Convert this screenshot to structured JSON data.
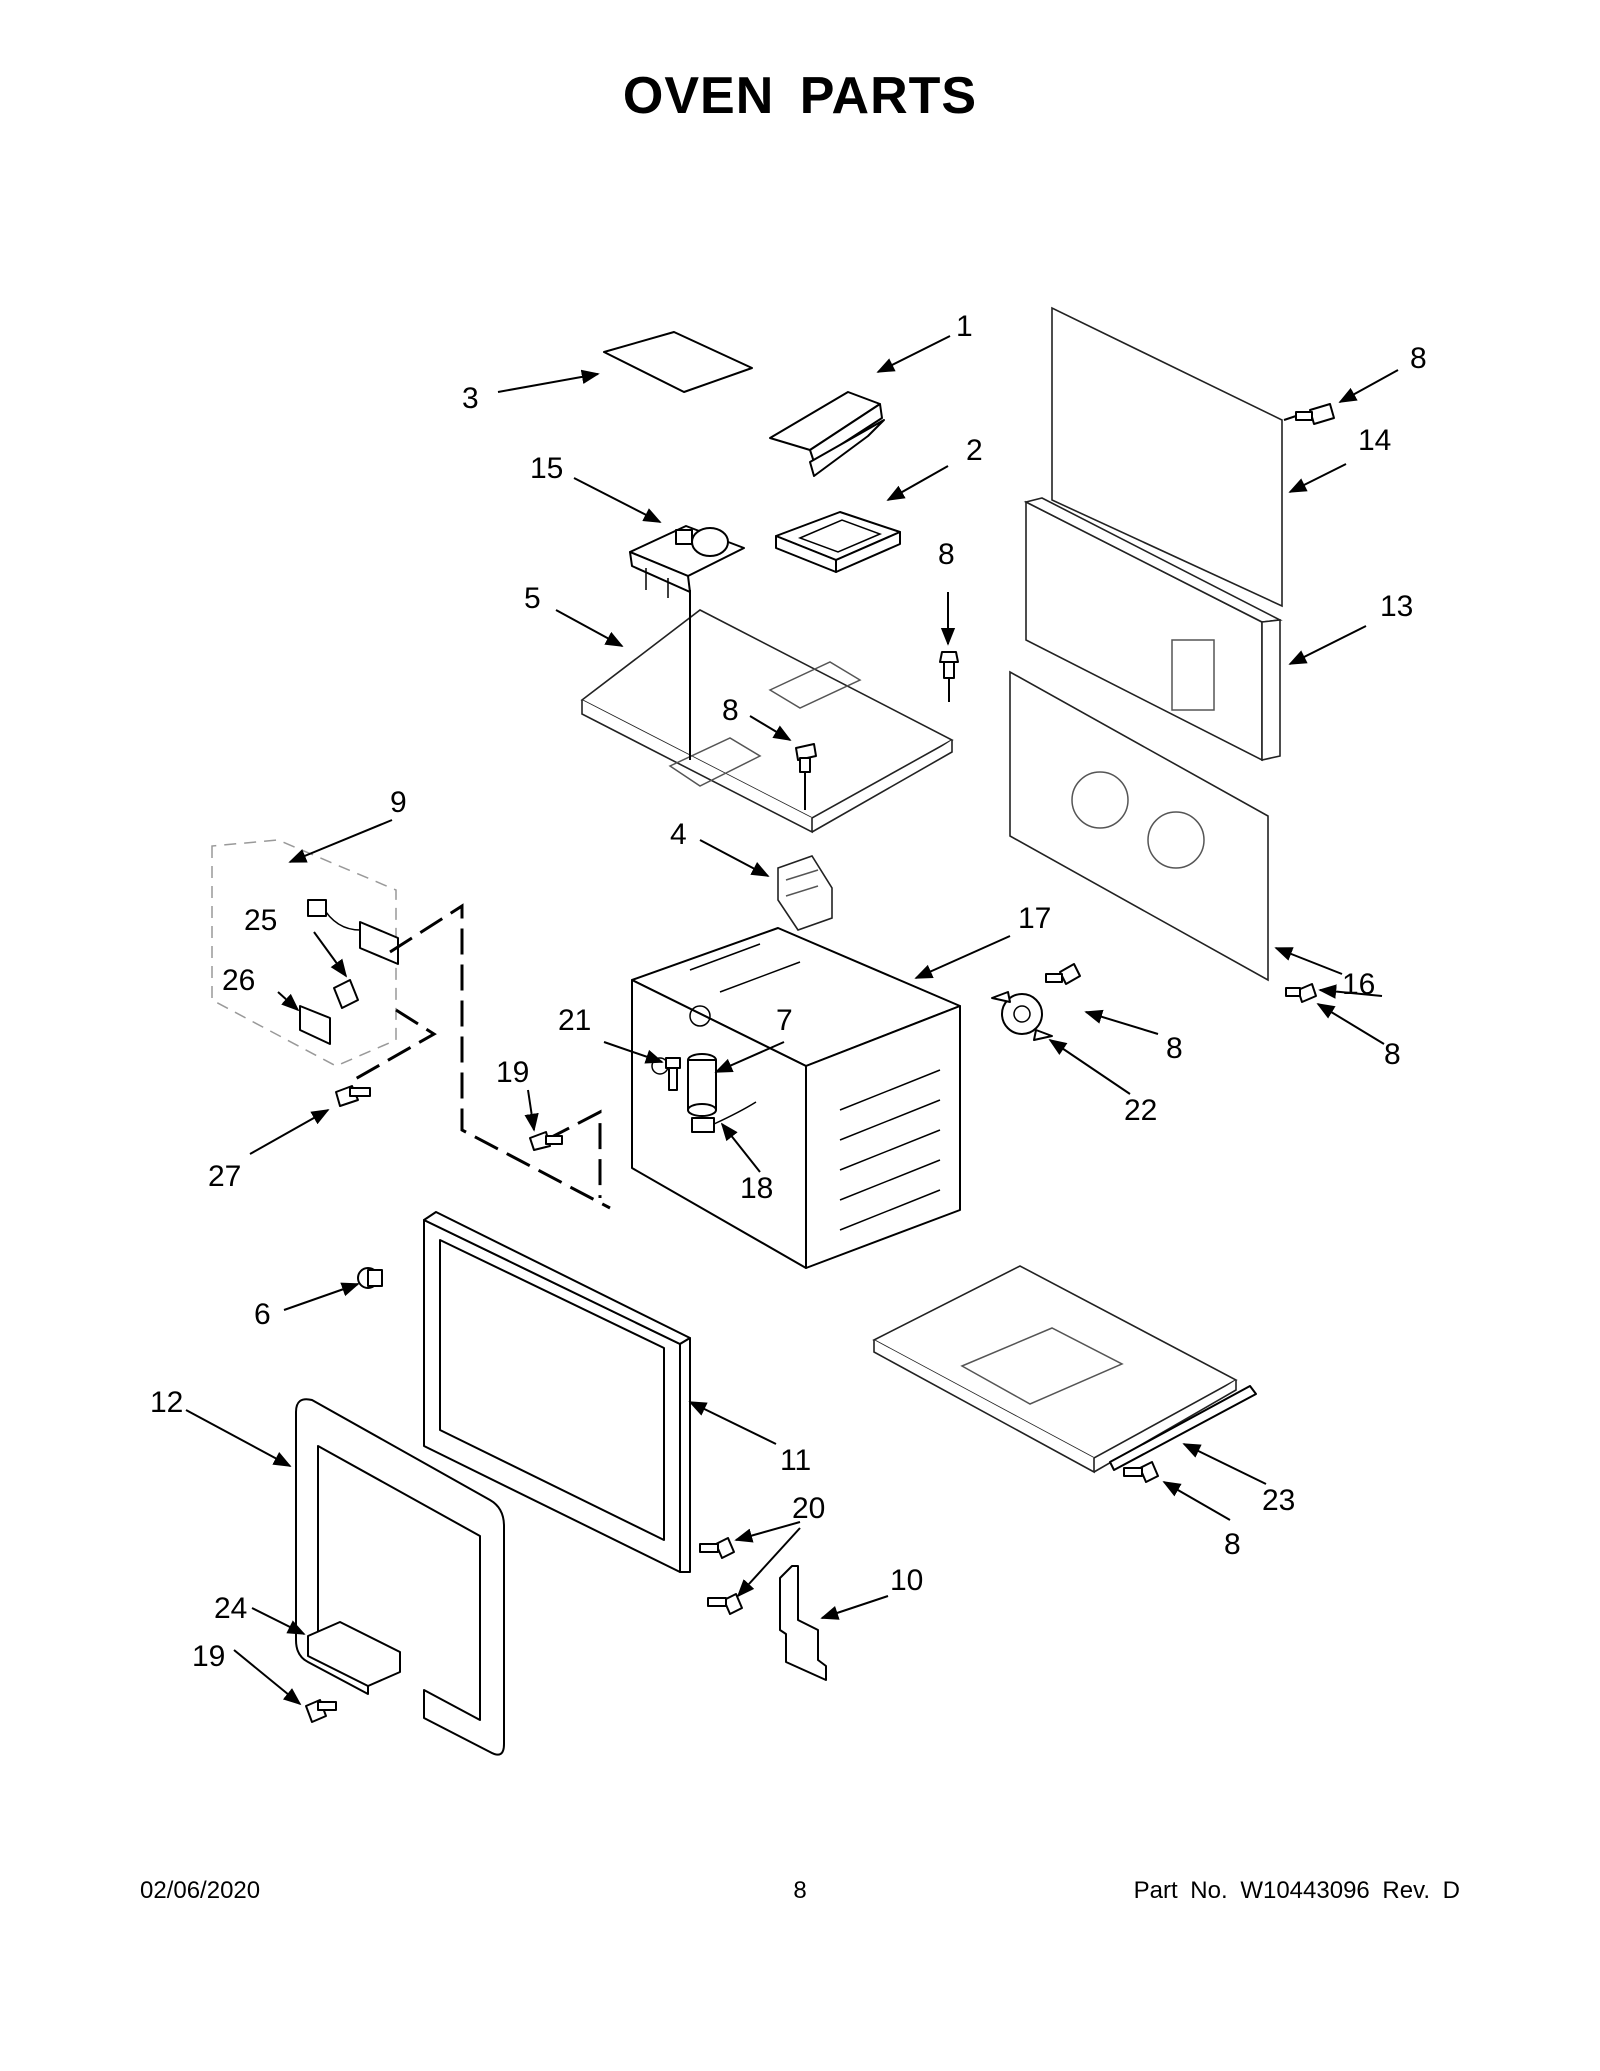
{
  "title": "OVEN PARTS",
  "footer": {
    "date": "02/06/2020",
    "page": "8",
    "part_number": "Part No.  W10443096  Rev.  D"
  },
  "callouts": [
    "1",
    "2",
    "3",
    "4",
    "5",
    "6",
    "7",
    "8",
    "8",
    "8",
    "8",
    "8",
    "8",
    "8",
    "9",
    "10",
    "11",
    "12",
    "13",
    "14",
    "15",
    "16",
    "17",
    "18",
    "19",
    "19",
    "20",
    "21",
    "22",
    "23",
    "24",
    "25",
    "26",
    "27"
  ]
}
